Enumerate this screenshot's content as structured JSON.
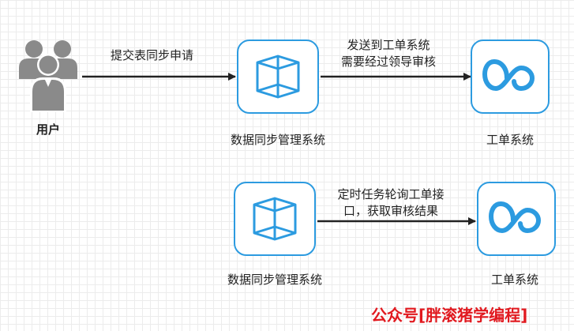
{
  "diagram": {
    "user": {
      "label": "用户",
      "icon": "users-group-icon"
    },
    "top_flow": {
      "edge1_label": "提交表同步申请",
      "sync_system": {
        "label": "数据同步管理系统",
        "icon": "cube-icon"
      },
      "edge2_label_line1": "发送到工单系统",
      "edge2_label_line2": "需要经过领导审核",
      "ticket_system": {
        "label": "工单系统",
        "icon": "infinity-loop-icon"
      }
    },
    "bottom_flow": {
      "sync_system": {
        "label": "数据同步管理系统",
        "icon": "cube-icon"
      },
      "edge_label_line1": "定时任务轮询工单接",
      "edge_label_line2": "口，获取审核结果",
      "ticket_system": {
        "label": "工单系统",
        "icon": "infinity-loop-icon"
      }
    },
    "watermark": "公众号[胖滚猪学编程]",
    "colors": {
      "accent": "#2c9be0",
      "user_icon": "#8a8a8a",
      "arrow": "#222222",
      "watermark": "#e1191f"
    }
  }
}
